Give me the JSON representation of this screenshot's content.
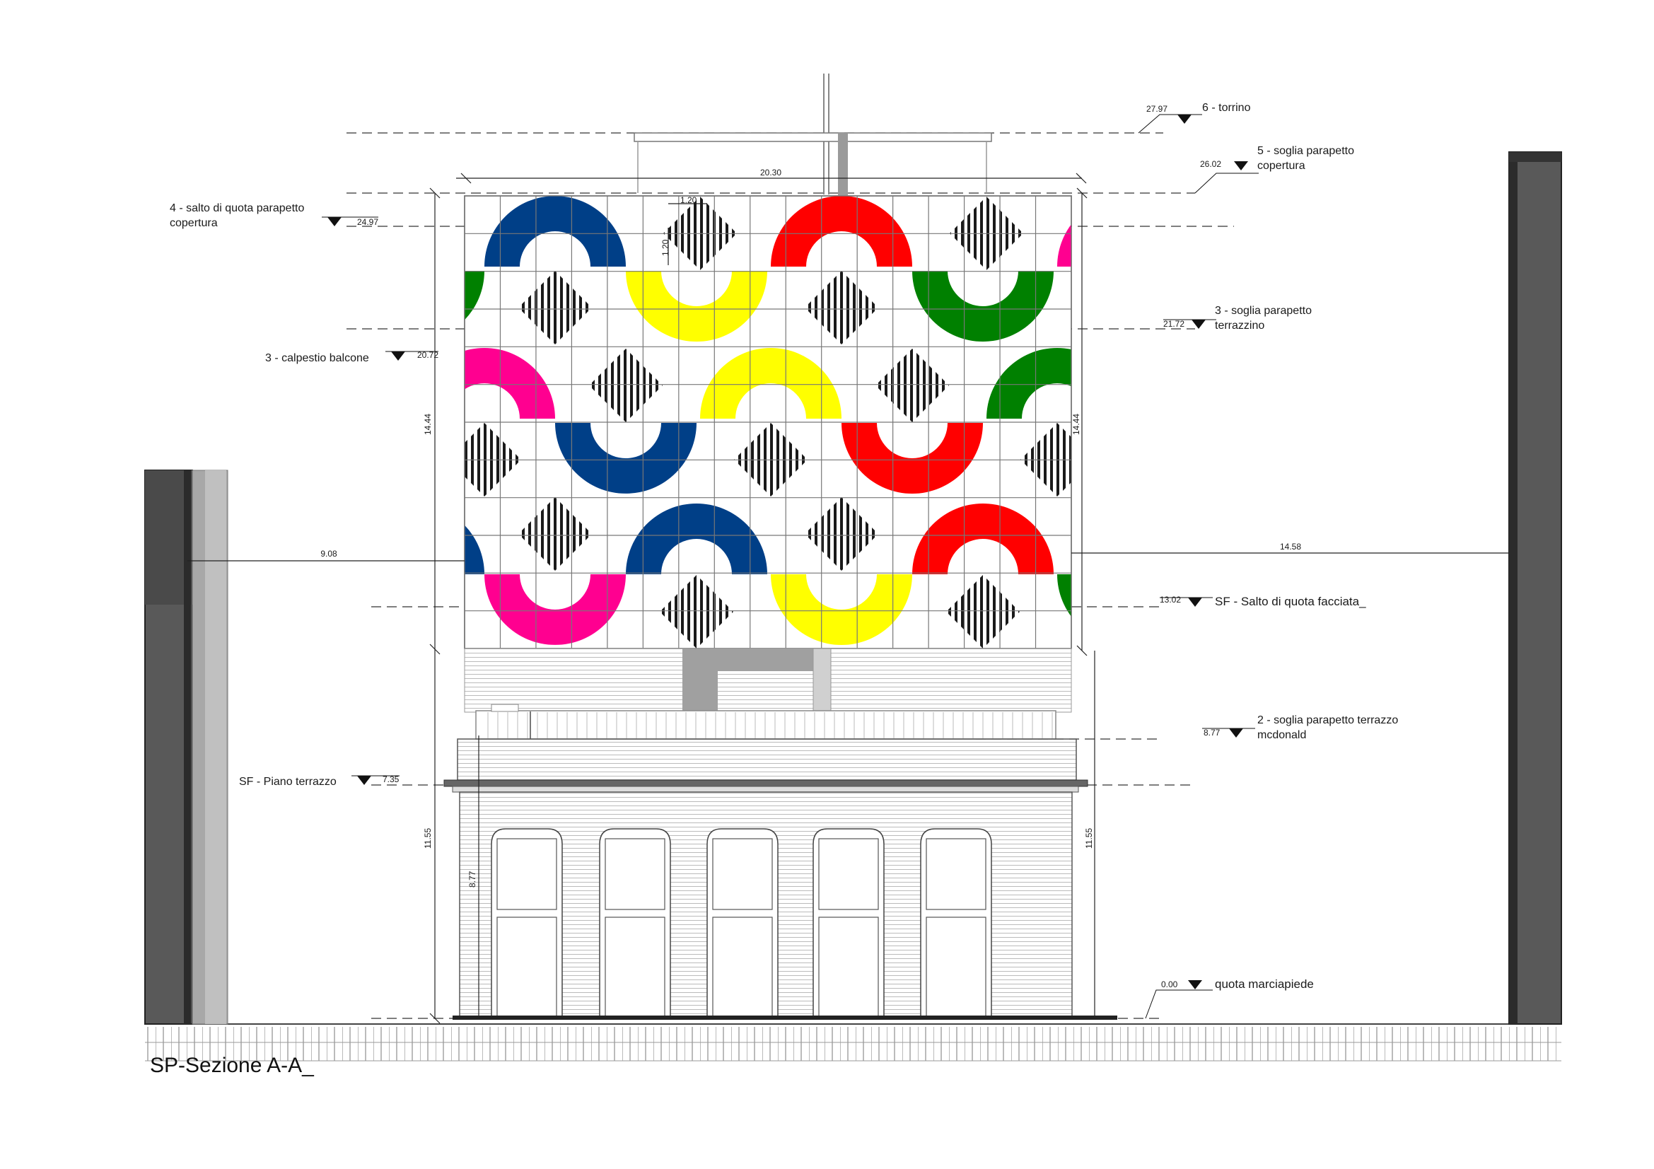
{
  "title": "SP-Sezione A-A_",
  "dimensions": {
    "overall_width": "20.30",
    "tile_width": "1.20",
    "tile_height": "1.20",
    "mural_height": "14.44",
    "base_height": "11.55",
    "inner_height": "8.77",
    "left_gap": "9.08",
    "right_gap": "14.58"
  },
  "levels": [
    {
      "value": "27.97",
      "label": "6 - torrino"
    },
    {
      "value": "26.02",
      "label": "5 - soglia parapetto",
      "label2": "copertura"
    },
    {
      "value": "24.97",
      "label": "4 - salto di quota parapetto",
      "label2": "copertura"
    },
    {
      "value": "21.72",
      "label": "3 - soglia parapetto",
      "label2": "terrazzino"
    },
    {
      "value": "20.72",
      "label": "3 - calpestio balcone"
    },
    {
      "value": "13.02",
      "label": "SF - Salto di quota facciata_"
    },
    {
      "value": "8.77",
      "label": "2 - soglia parapetto terrazzo",
      "label2": "mcdonald"
    },
    {
      "value": "7.35",
      "label": "SF - Piano terrazzo"
    },
    {
      "value": "0.00",
      "label": "quota marciapiede"
    }
  ],
  "mural_colors": {
    "blue": "#003f87",
    "red": "#ff0000",
    "yellow": "#ffff00",
    "green": "#008000",
    "magenta": "#ff0090"
  }
}
